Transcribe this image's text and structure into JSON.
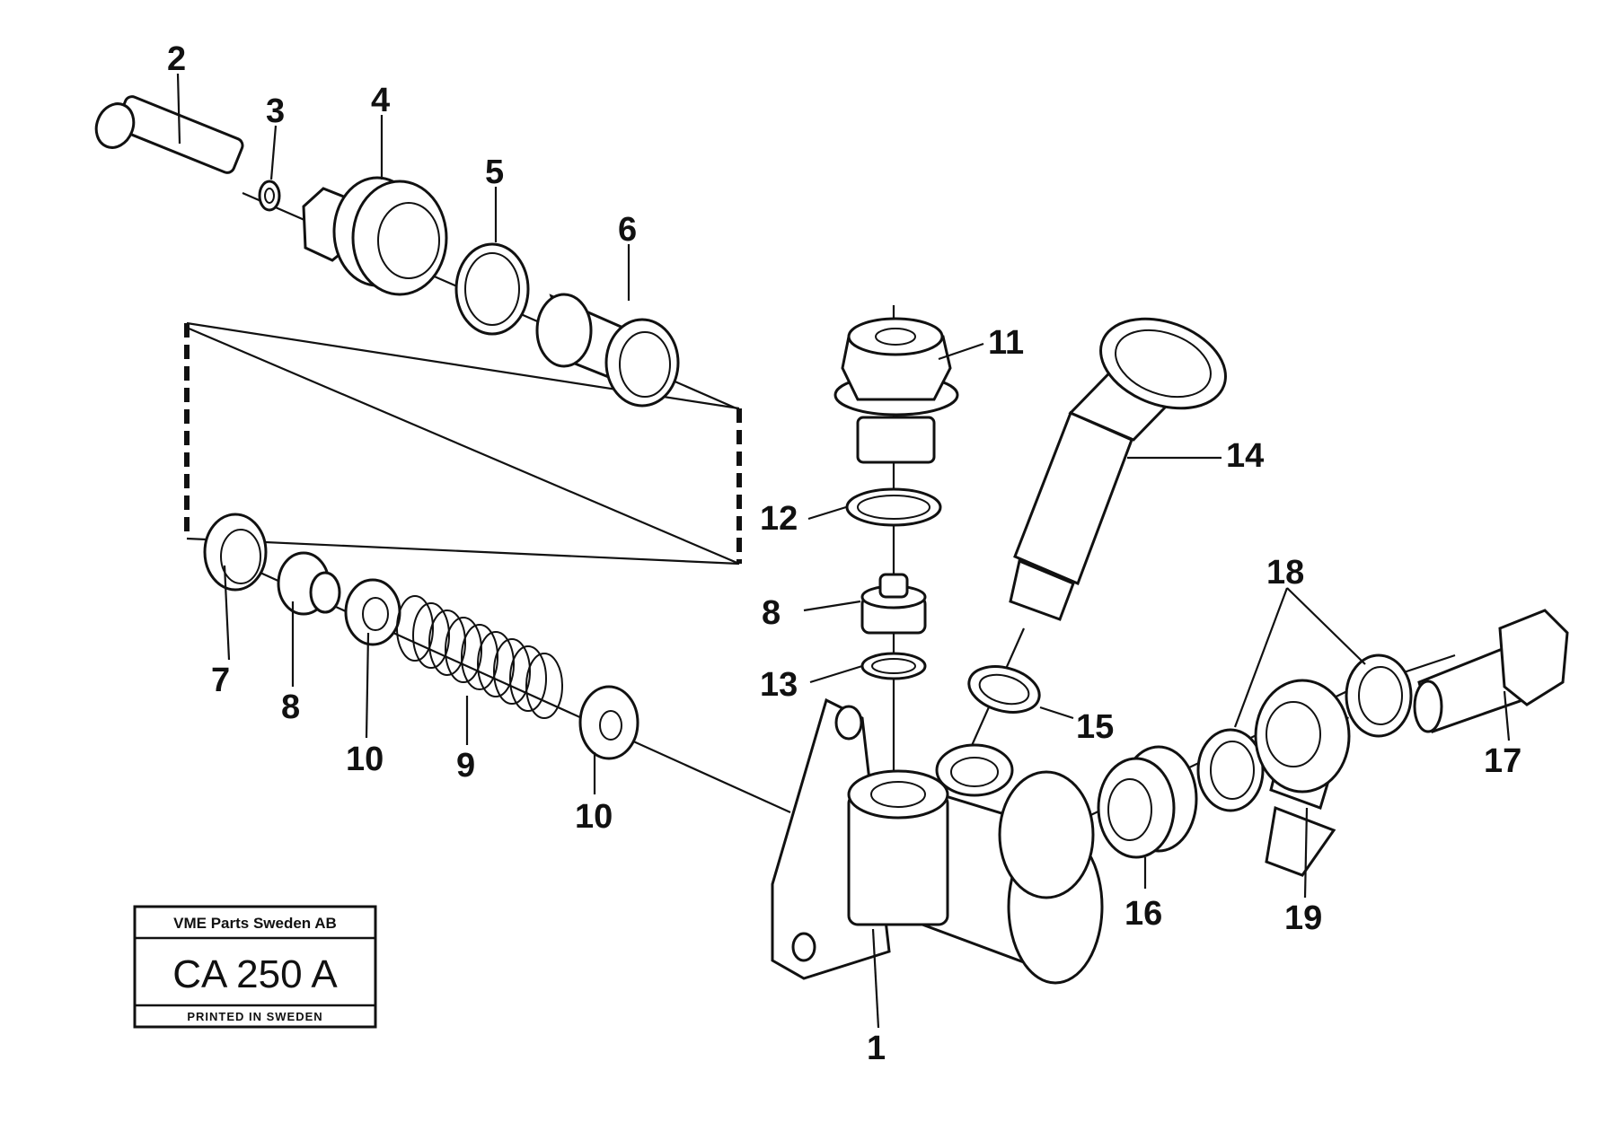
{
  "title_block": {
    "company": "VME Parts Sweden AB",
    "code": "CA 250 A",
    "footer": "PRINTED IN SWEDEN"
  },
  "callouts": [
    {
      "id": "c1",
      "text": "1"
    },
    {
      "id": "c2",
      "text": "2"
    },
    {
      "id": "c3",
      "text": "3"
    },
    {
      "id": "c4",
      "text": "4"
    },
    {
      "id": "c5",
      "text": "5"
    },
    {
      "id": "c6",
      "text": "6"
    },
    {
      "id": "c7",
      "text": "7"
    },
    {
      "id": "c8a",
      "text": "8"
    },
    {
      "id": "c8b",
      "text": "8"
    },
    {
      "id": "c9",
      "text": "9"
    },
    {
      "id": "c10a",
      "text": "10"
    },
    {
      "id": "c10b",
      "text": "10"
    },
    {
      "id": "c11",
      "text": "11"
    },
    {
      "id": "c12",
      "text": "12"
    },
    {
      "id": "c13",
      "text": "13"
    },
    {
      "id": "c14",
      "text": "14"
    },
    {
      "id": "c15",
      "text": "15"
    },
    {
      "id": "c16",
      "text": "16"
    },
    {
      "id": "c17",
      "text": "17"
    },
    {
      "id": "c18",
      "text": "18"
    },
    {
      "id": "c19",
      "text": "19"
    }
  ]
}
